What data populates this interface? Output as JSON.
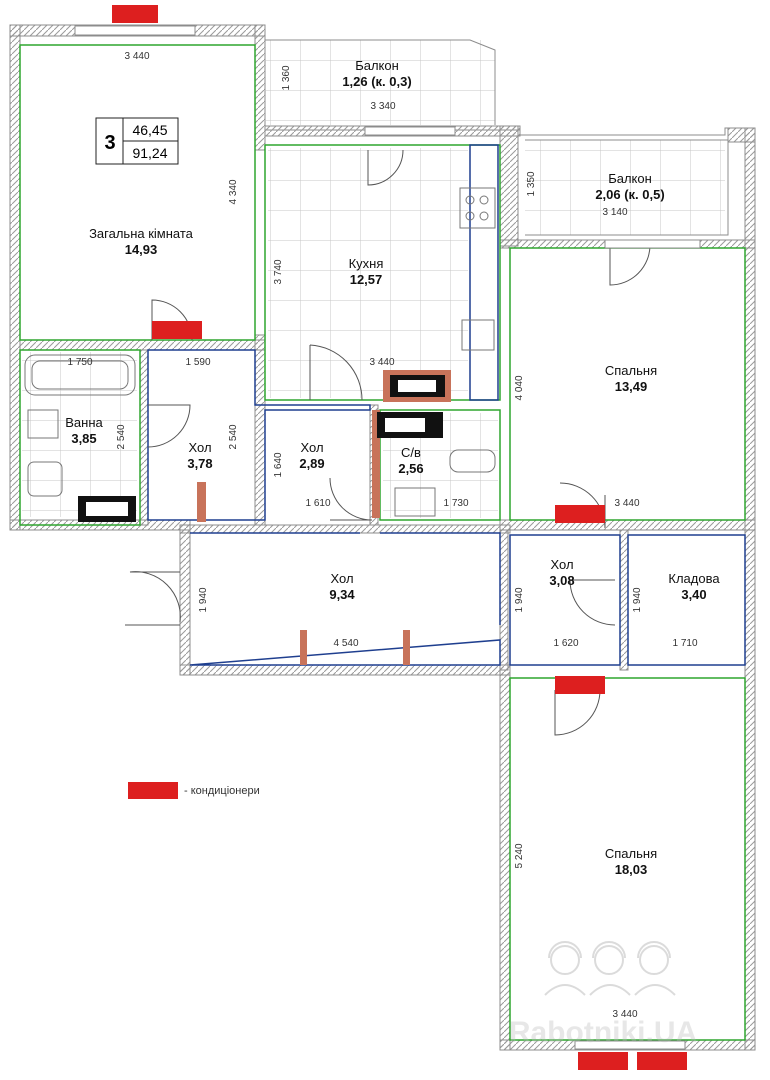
{
  "summary": {
    "rooms_count": "3",
    "living_area": "46,45",
    "total_area": "91,24"
  },
  "rooms": [
    {
      "name": "Загальна кімната",
      "area": "14,93"
    },
    {
      "name": "Балкон",
      "area": "1,26 (к. 0,3)"
    },
    {
      "name": "Балкон",
      "area": "2,06 (к. 0,5)"
    },
    {
      "name": "Кухня",
      "area": "12,57"
    },
    {
      "name": "Спальня",
      "area": "13,49"
    },
    {
      "name": "Ванна",
      "area": "3,85"
    },
    {
      "name": "Хол",
      "area": "3,78"
    },
    {
      "name": "Хол",
      "area": "2,89"
    },
    {
      "name": "С/в",
      "area": "2,56"
    },
    {
      "name": "Хол",
      "area": "9,34"
    },
    {
      "name": "Хол",
      "area": "3,08"
    },
    {
      "name": "Кладова",
      "area": "3,40"
    },
    {
      "name": "Спальня",
      "area": "18,03"
    }
  ],
  "dimensions": [
    "3 440",
    "1 360",
    "3 340",
    "1 350",
    "3 140",
    "4 340",
    "3 740",
    "4 040",
    "1 750",
    "1 590",
    "3 440",
    "2 540",
    "2 540",
    "1 640",
    "1 610",
    "1 730",
    "3 440",
    "1 940",
    "4 540",
    "1 940",
    "1 620",
    "1 940",
    "1 710",
    "5 240",
    "3 440"
  ],
  "legend": {
    "label": "- кондиціонери",
    "color": "#dd1f1f"
  },
  "watermark": "Rabotniki.UA",
  "colors": {
    "wall": "#8c8c8c",
    "living_outline": "#2fa52f",
    "service_outline": "#1f3f8f",
    "tile": "#c2c2c2",
    "ac_unit": "#dd1f1f",
    "riser": "#c8735a"
  }
}
